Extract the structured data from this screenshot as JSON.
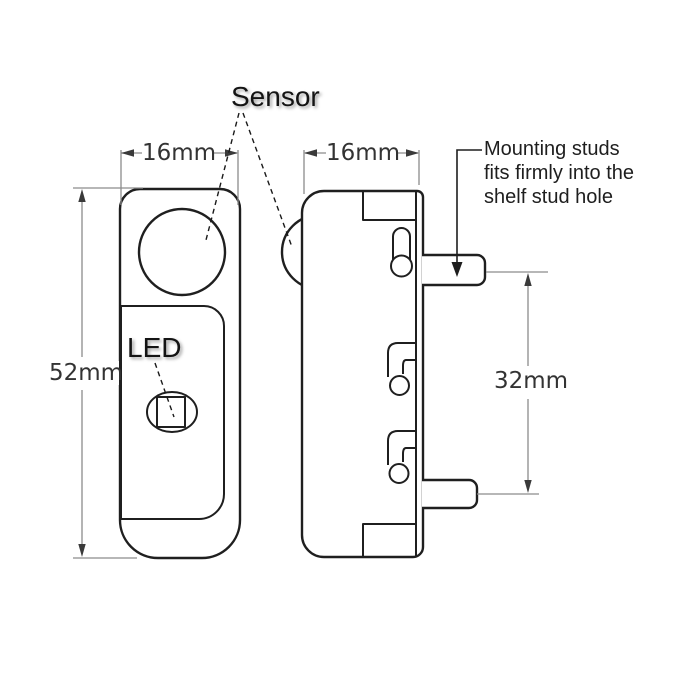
{
  "labels": {
    "sensor": "Sensor",
    "led": "LED"
  },
  "dimensions": {
    "front_width": "16mm",
    "side_width": "16mm",
    "height": "52mm",
    "stud_spacing": "32mm"
  },
  "note": {
    "text": "Mounting studs\nfits firmly into the\nshelf stud hole"
  },
  "colors": {
    "outline": "#1f1f1f",
    "dim_line": "#8c8c8c",
    "dim_arrow": "#3a3a3a",
    "dim_text": "#333333",
    "label_text": "#141414",
    "note_text": "#1e1e1e",
    "leader": "#1a1a1a",
    "background": "#ffffff"
  }
}
